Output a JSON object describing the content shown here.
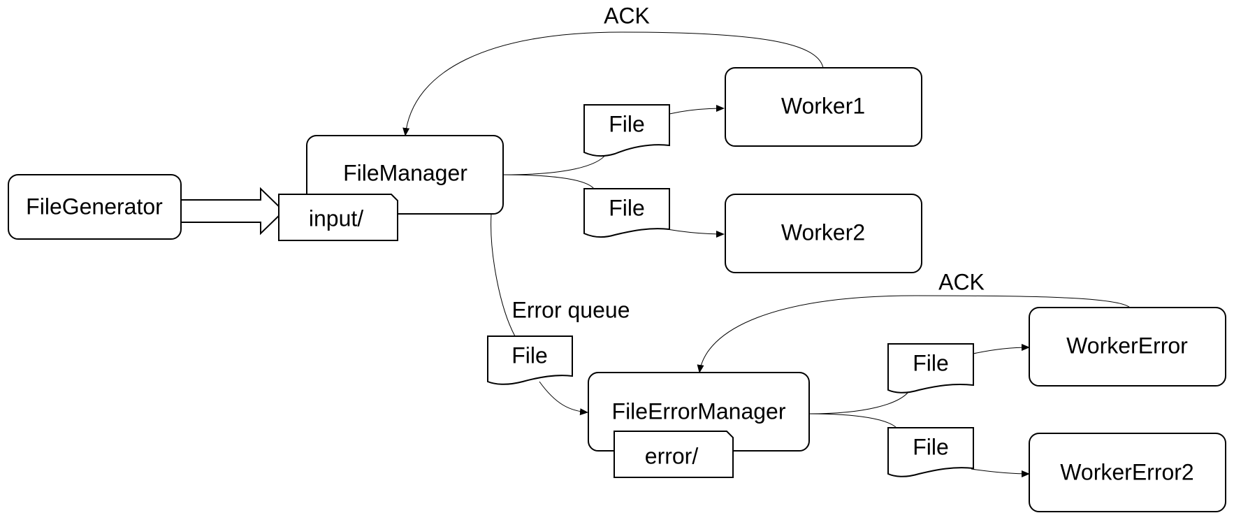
{
  "nodes": {
    "file_generator": "FileGenerator",
    "file_manager": "FileManager",
    "input_folder": "input/",
    "worker1": "Worker1",
    "worker2": "Worker2",
    "file_error_manager": "FileErrorManager",
    "error_folder": "error/",
    "worker_error": "WorkerError",
    "worker_error2": "WorkerError2"
  },
  "documents": {
    "file_to_worker1": "File",
    "file_to_worker2": "File",
    "file_error_queue": "File",
    "file_to_worker_error": "File",
    "file_to_worker_error2": "File"
  },
  "labels": {
    "ack_top": "ACK",
    "ack_bottom": "ACK",
    "error_queue": "Error queue"
  },
  "colors": {
    "stroke": "#000000",
    "fill": "#ffffff"
  }
}
